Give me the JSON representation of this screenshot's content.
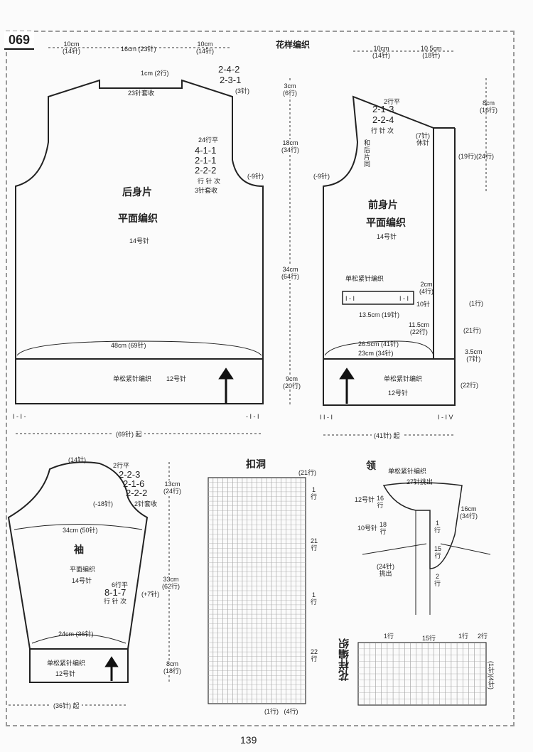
{
  "page": {
    "pattern_no": "069",
    "page_number": "139",
    "pattern_title": "花样编织"
  },
  "back": {
    "name": "后身片",
    "stitch": "平面编织",
    "needle": "14号针",
    "dims_top": [
      "10cm\n(14针)",
      "16cm (23针)",
      "10cm\n(14针)"
    ],
    "neck": "1cm (2行)",
    "neck_bind": "23针套收",
    "shoulder_dec": [
      "2-4-2",
      "2-3-1"
    ],
    "shoulder_note": "(3针)",
    "armhole_flat": "24行平",
    "armhole_dec": [
      "4-1-1",
      "2-1-1",
      "2-2-2"
    ],
    "armhole_head": "行 针 次",
    "armhole_bind": "3针套收",
    "armhole_total": "(-9针)",
    "width": "48cm (69针)",
    "rib": "单松紧针编织",
    "rib_needle": "12号针",
    "cast_on": "(69针) 起",
    "edge_left": "I - I -",
    "edge_right": "- I - I"
  },
  "heights": {
    "shoulder": "3cm\n(6行)",
    "armhole": "18cm\n(34行)",
    "body": "34cm\n(64行)",
    "rib": "9cm\n(20行)"
  },
  "front": {
    "name": "前身片",
    "stitch": "平面编织",
    "needle": "14号针",
    "dims_top": [
      "10cm\n(14针)",
      "10.5cm\n(18针)"
    ],
    "shoulder_flat": "2行平",
    "shoulder_dec": [
      "2-1-3",
      "2-2-4"
    ],
    "shoulder_head": "行 针 次",
    "rest": "(7针)\n休针",
    "same_as_back": "和\n后\n片\n同",
    "armhole_total": "(-9针)",
    "placket_h": "8cm\n(16行)",
    "rows_19_24": "(19行)(24行)",
    "pocket_stitch": "单松紧针编织",
    "pocket_label_l": "I - I",
    "pocket_label_r": "I - I",
    "pocket_width": "13.5cm (19针)",
    "pocket_h": "2cm\n(4行)",
    "pocket_rows": "10针",
    "pocket_pos": "11.5cm\n(22行)",
    "width1": "26.5cm (41针)",
    "width2": "23cm (34针)",
    "band": "3.5cm\n(7针)",
    "row1": "(1行)",
    "row21": "(21行)",
    "row22": "(22行)",
    "rib": "单松紧针编织",
    "rib_needle": "12号针",
    "cast_on": "(41针) 起",
    "edge_left": "I I - I",
    "edge_right": "I - I V"
  },
  "sleeve": {
    "name": "袖",
    "stitch": "平面编织",
    "needle": "14号针",
    "top": "(14针)",
    "cap_flat": "2行平",
    "cap_dec": [
      "2-2-3",
      "2-1-6",
      "2-2-2"
    ],
    "cap_bind": "2针套收",
    "cap_total": "(-18针)",
    "cap_h": "13cm\n(24行)",
    "width": "34cm (50针)",
    "body_flat": "6行平",
    "body_inc": "8-1-7",
    "body_head": "行 针 次",
    "body_total": "(+7针)",
    "body_h": "33cm\n(62行)",
    "cuff_w": "24cm (36针)",
    "rib": "单松紧针编织",
    "rib_needle": "12号针",
    "cuff_h": "8cm\n(18行)",
    "cast_on": "(36针) 起"
  },
  "buttonhole": {
    "title": "扣洞",
    "rows_top": "(21行)",
    "row1a": "1\n行",
    "row21": "21\n行",
    "row1b": "1\n行",
    "row22": "22\n行",
    "bottom": "(1行)   (4行)"
  },
  "collar": {
    "title": "领",
    "rib": "单松紧针编织",
    "pickup": "27针挑出",
    "needle12": "12号针",
    "r16": "16\n行",
    "needle10": "10号针",
    "r18": "18\n行",
    "h": "16cm\n(34行)",
    "r1": "1\n行",
    "r15": "15\n行",
    "r2": "2\n行",
    "pick2": "(24针)\n挑出"
  },
  "chart": {
    "title": "花样编织",
    "top_labels": [
      "1行",
      "15行",
      "1行",
      "2行"
    ],
    "side": "(1针)(4针)"
  }
}
